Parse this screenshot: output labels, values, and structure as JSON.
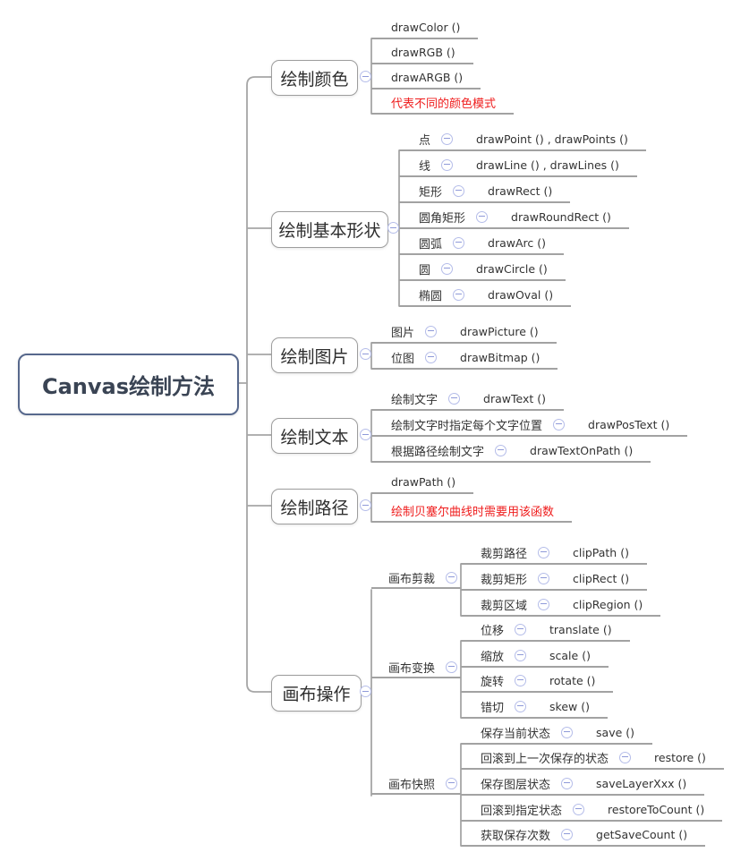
{
  "colors": {
    "line": "#a6a6a6",
    "underline": "#a2a2a2",
    "text": "#333333",
    "note_red": "#ef1d1d",
    "root_border": "#57688c",
    "node_border": "#9d9d9d",
    "icon_border": "#b5bde9",
    "icon_glyph": "#8f9ad9"
  },
  "icons": {
    "collapse": "minus-circle"
  },
  "root": {
    "label": "Canvas绘制方法"
  },
  "branches": [
    {
      "label": "绘制颜色",
      "children": [
        {
          "method": "drawColor ()"
        },
        {
          "method": "drawRGB ()"
        },
        {
          "method": "drawARGB ()"
        },
        {
          "note": "代表不同的颜色模式"
        }
      ]
    },
    {
      "label": "绘制基本形状",
      "children": [
        {
          "label": "点",
          "method": "drawPoint () , drawPoints ()"
        },
        {
          "label": "线",
          "method": "drawLine () , drawLines ()"
        },
        {
          "label": "矩形",
          "method": "drawRect ()"
        },
        {
          "label": "圆角矩形",
          "method": "drawRoundRect ()"
        },
        {
          "label": "圆弧",
          "method": "drawArc ()"
        },
        {
          "label": "圆",
          "method": "drawCircle ()"
        },
        {
          "label": "椭圆",
          "method": "drawOval ()"
        }
      ]
    },
    {
      "label": "绘制图片",
      "children": [
        {
          "label": "图片",
          "method": "drawPicture ()"
        },
        {
          "label": "位图",
          "method": "drawBitmap ()"
        }
      ]
    },
    {
      "label": "绘制文本",
      "children": [
        {
          "label": "绘制文字",
          "method": "drawText ()"
        },
        {
          "label": "绘制文字时指定每个文字位置",
          "method": "drawPosText ()"
        },
        {
          "label": "根据路径绘制文字",
          "method": "drawTextOnPath ()"
        }
      ]
    },
    {
      "label": "绘制路径",
      "children": [
        {
          "method": "drawPath ()"
        },
        {
          "note": "绘制贝塞尔曲线时需要用该函数"
        }
      ]
    },
    {
      "label": "画布操作",
      "groups": [
        {
          "label": "画布剪裁",
          "children": [
            {
              "label": "裁剪路径",
              "method": "clipPath ()"
            },
            {
              "label": "裁剪矩形",
              "method": "clipRect ()"
            },
            {
              "label": "裁剪区域",
              "method": "clipRegion ()"
            }
          ]
        },
        {
          "label": "画布变换",
          "children": [
            {
              "label": "位移",
              "method": "translate ()"
            },
            {
              "label": "缩放",
              "method": "scale ()"
            },
            {
              "label": "旋转",
              "method": "rotate ()"
            },
            {
              "label": "错切",
              "method": "skew ()"
            }
          ]
        },
        {
          "label": "画布快照",
          "children": [
            {
              "label": "保存当前状态",
              "method": "save ()"
            },
            {
              "label": "回滚到上一次保存的状态",
              "method": "restore ()"
            },
            {
              "label": "保存图层状态",
              "method": "saveLayerXxx ()"
            },
            {
              "label": "回滚到指定状态",
              "method": "restoreToCount ()"
            },
            {
              "label": "获取保存次数",
              "method": "getSaveCount ()"
            }
          ]
        }
      ]
    }
  ]
}
